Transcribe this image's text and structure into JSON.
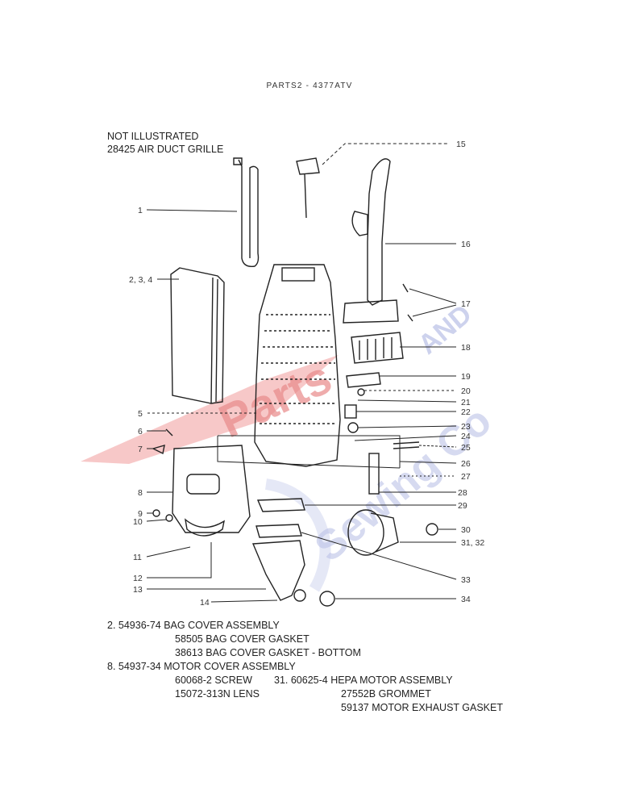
{
  "header": {
    "title": "PARTS2 - 4377ATV"
  },
  "not_illustrated": {
    "heading": "NOT ILLUSTRATED",
    "item": "28425 AIR DUCT GRILLE"
  },
  "callouts": {
    "c1": "1",
    "c2_3_4": "2, 3, 4",
    "c5": "5",
    "c6": "6",
    "c7": "7",
    "c8": "8",
    "c9": "9",
    "c10": "10",
    "c11": "11",
    "c12": "12",
    "c13": "13",
    "c14": "14",
    "c15": "15",
    "c16": "16",
    "c17": "17",
    "c18": "18",
    "c19": "19",
    "c20": "20",
    "c21": "21",
    "c22": "22",
    "c23": "23",
    "c24": "24",
    "c25": "25",
    "c26": "26",
    "c27": "27",
    "c28": "28",
    "c29": "29",
    "c30": "30",
    "c31_32": "31, 32",
    "c33": "33",
    "c34": "34"
  },
  "legend": {
    "l1": "2.  54936-74  BAG COVER ASSEMBLY",
    "l2": "58505  BAG COVER GASKET",
    "l3": "38613  BAG COVER GASKET - BOTTOM",
    "l4": "8.  54937-34  MOTOR COVER ASSEMBLY",
    "l5": "60068-2   SCREW",
    "l6": "31.   60625-4  HEPA MOTOR ASSEMBLY",
    "l7": "15072-313N LENS",
    "l8": "27552B GROMMET",
    "l9": "59137 MOTOR EXHAUST GASKET"
  },
  "watermark": {
    "word1": "Parts",
    "word2": "AND",
    "word3": "Sewing Co",
    "red": "#d42a2a",
    "blue": "#6a78c8"
  }
}
